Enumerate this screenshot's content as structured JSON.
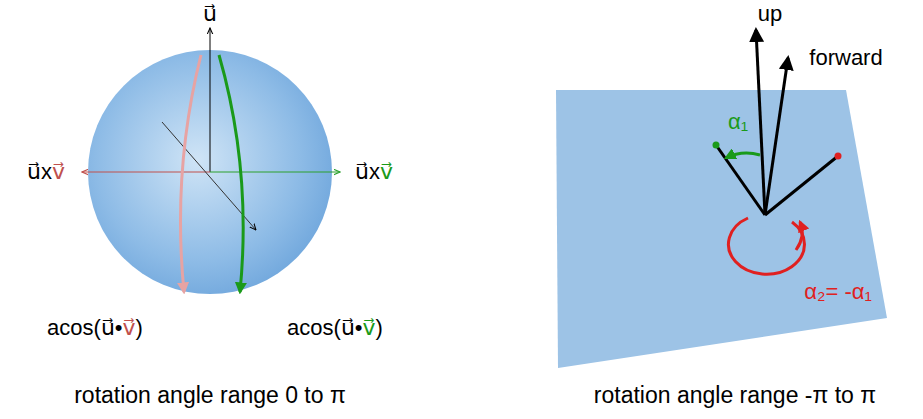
{
  "diagram": {
    "labels": [
      "u⃗",
      "u⃗xv⃗",
      "u⃗xv⃗",
      "acos(u⃗•v⃗)",
      "acos(u⃗•v⃗)",
      "rotation angle range 0 to π",
      "up",
      "forward",
      "α₁",
      "α₂= -α₁",
      "rotation angle range -π to π"
    ]
  }
}
